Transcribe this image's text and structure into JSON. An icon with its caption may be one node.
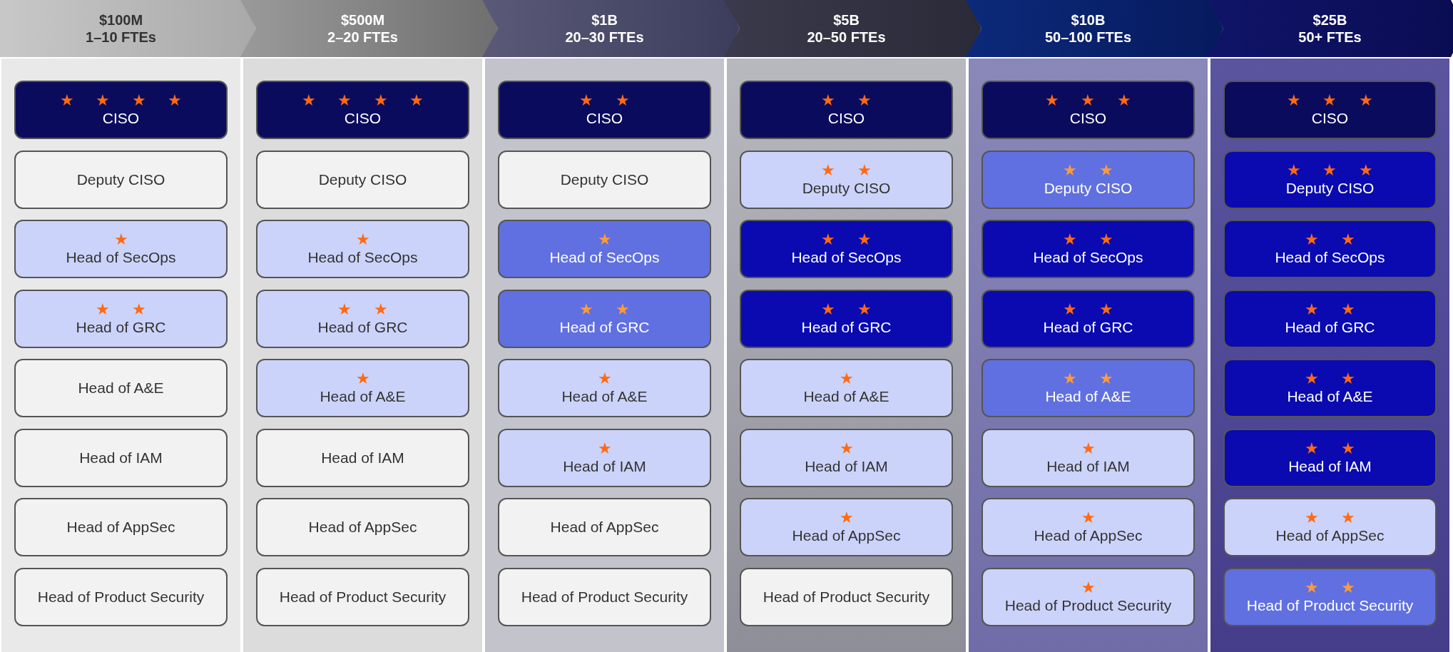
{
  "diagram": {
    "nodes": [
      {
        "text": [
          "$100M",
          "1–10 FTEs"
        ]
      },
      {
        "text": [
          "★ ★ ★ ★",
          "CISO"
        ],
        "in": 0
      },
      {
        "text": [
          "Deputy CISO"
        ],
        "in": 0
      },
      {
        "text": [
          "★",
          "Head of SecOps"
        ],
        "in": 0
      },
      {
        "text": [
          "★ ★",
          "Head of GRC"
        ],
        "in": 0
      },
      {
        "text": [
          "Head of A&E"
        ],
        "in": 0
      },
      {
        "text": [
          "Head of IAM"
        ],
        "in": 0
      },
      {
        "text": [
          "Head of AppSec"
        ],
        "in": 0
      },
      {
        "text": [
          "Head of Product Security"
        ],
        "in": 0
      },
      {
        "text": [
          "$500M",
          "2–20 FTEs"
        ]
      },
      {
        "text": [
          "★ ★ ★ ★",
          "CISO"
        ],
        "in": 9
      },
      {
        "text": [
          "Deputy CISO"
        ],
        "in": 9
      },
      {
        "text": [
          "★",
          "Head of SecOps"
        ],
        "in": 9
      },
      {
        "text": [
          "★ ★",
          "Head of GRC"
        ],
        "in": 9
      },
      {
        "text": [
          "★",
          "Head of A&E"
        ],
        "in": 9
      },
      {
        "text": [
          "Head of IAM"
        ],
        "in": 9
      },
      {
        "text": [
          "Head of AppSec"
        ],
        "in": 9
      },
      {
        "text": [
          "Head of Product Security"
        ],
        "in": 9
      },
      {
        "text": [
          "$1B",
          "20–30 FTEs"
        ]
      },
      {
        "text": [
          "★ ★",
          "CISO"
        ],
        "in": 18
      },
      {
        "text": [
          "Deputy CISO"
        ],
        "in": 18
      },
      {
        "text": [
          "★",
          "Head of SecOps"
        ],
        "in": 18
      },
      {
        "text": [
          "★ ★",
          "Head of GRC"
        ],
        "in": 18
      },
      {
        "text": [
          "★",
          "Head of A&E"
        ],
        "in": 18
      },
      {
        "text": [
          "★",
          "Head of IAM"
        ],
        "in": 18
      },
      {
        "text": [
          "Head of AppSec"
        ],
        "in": 18
      },
      {
        "text": [
          "Head of Product Security"
        ],
        "in": 18
      },
      {
        "text": [
          "$5B",
          "20–50 FTEs"
        ]
      },
      {
        "text": [
          "★ ★",
          "CISO"
        ],
        "in": 27
      },
      {
        "text": [
          "★ ★",
          "Deputy CISO"
        ],
        "in": 27
      },
      {
        "text": [
          "★ ★",
          "Head of SecOps"
        ],
        "in": 27
      },
      {
        "text": [
          "★ ★",
          "Head of GRC"
        ],
        "in": 27
      },
      {
        "text": [
          "★",
          "Head of A&E"
        ],
        "in": 27
      },
      {
        "text": [
          "★",
          "Head of IAM"
        ],
        "in": 27
      },
      {
        "text": [
          "★",
          "Head of AppSec"
        ],
        "in": 27
      },
      {
        "text": [
          "Head of Product Security"
        ],
        "in": 27
      },
      {
        "text": [
          "$10B",
          "50–100 FTEs"
        ]
      },
      {
        "text": [
          "★ ★ ★",
          "CISO"
        ],
        "in": 36
      },
      {
        "text": [
          "★ ★",
          "Deputy CISO"
        ],
        "in": 36
      },
      {
        "text": [
          "★ ★",
          "Head of SecOps"
        ],
        "in": 36
      },
      {
        "text": [
          "★ ★",
          "Head of GRC"
        ],
        "in": 36
      },
      {
        "text": [
          "★ ★",
          "Head of A&E"
        ],
        "in": 36
      },
      {
        "text": [
          "★",
          "Head of IAM"
        ],
        "in": 36
      },
      {
        "text": [
          "★",
          "Head of AppSec"
        ],
        "in": 36
      },
      {
        "text": [
          "★",
          "Head of Product Security"
        ],
        "in": 36
      },
      {
        "text": [
          "$25B",
          "50+ FTEs"
        ]
      },
      {
        "text": [
          "★ ★ ★",
          "CISO"
        ],
        "in": 45
      },
      {
        "text": [
          "★ ★ ★",
          "Deputy CISO"
        ],
        "in": 45
      },
      {
        "text": [
          "★ ★",
          "Head of SecOps"
        ],
        "in": 45
      },
      {
        "text": [
          "★ ★",
          "Head of GRC"
        ],
        "in": 45
      },
      {
        "text": [
          "★ ★",
          "Head of A&E"
        ],
        "in": 45
      },
      {
        "text": [
          "★ ★",
          "Head of IAM"
        ],
        "in": 45
      },
      {
        "text": [
          "★ ★",
          "Head of AppSec"
        ],
        "in": 45
      },
      {
        "text": [
          "★ ★",
          "Head of Product Security"
        ],
        "in": 45
      }
    ]
  }
}
